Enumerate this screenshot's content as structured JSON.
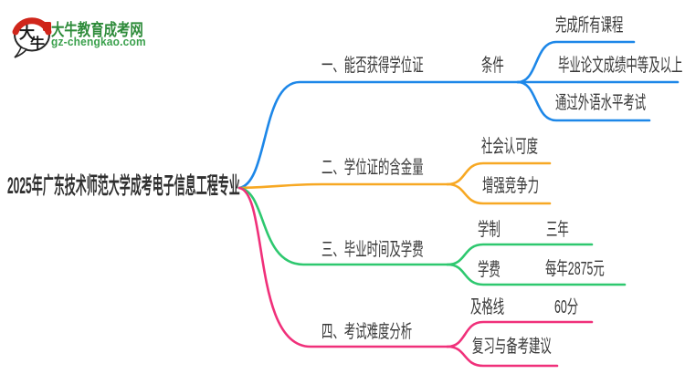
{
  "logo": {
    "site_name": "大牛教育成考网",
    "site_url": "gz-chengkao.com",
    "icon_char_top": "大",
    "icon_char_bottom": "牛",
    "name_color": "#2e8b3a",
    "url_color": "#3aa04c",
    "icon_red": "#d0261b",
    "icon_outline": "#262626"
  },
  "root": {
    "title": "2025年广东技术师范大学成考电子信息工程专业"
  },
  "colors": {
    "text": "#383838",
    "branch1_blue": "#1d87e8",
    "branch2_orange": "#f7a823",
    "branch3_green": "#2ec86f",
    "branch4_pink": "#f0307a"
  },
  "branches": [
    {
      "title": "一、能否获得学位证",
      "color": "#1d87e8",
      "child": {
        "label": "条件",
        "items": [
          "完成所有课程",
          "毕业论文成绩中等及以上",
          "通过外语水平考试"
        ]
      }
    },
    {
      "title": "二、学位证的含金量",
      "color": "#f7a823",
      "items": [
        "社会认可度",
        "增强竞争力"
      ]
    },
    {
      "title": "三、毕业时间及学费",
      "color": "#2ec86f",
      "rows": [
        {
          "label": "学制",
          "value": "三年"
        },
        {
          "label": "学费",
          "value": "每年2875元"
        }
      ]
    },
    {
      "title": "四、考试难度分析",
      "color": "#f0307a",
      "rows": [
        {
          "label": "及格线",
          "value": "60分"
        },
        {
          "label": "复习与备考建议",
          "value": ""
        }
      ]
    }
  ]
}
